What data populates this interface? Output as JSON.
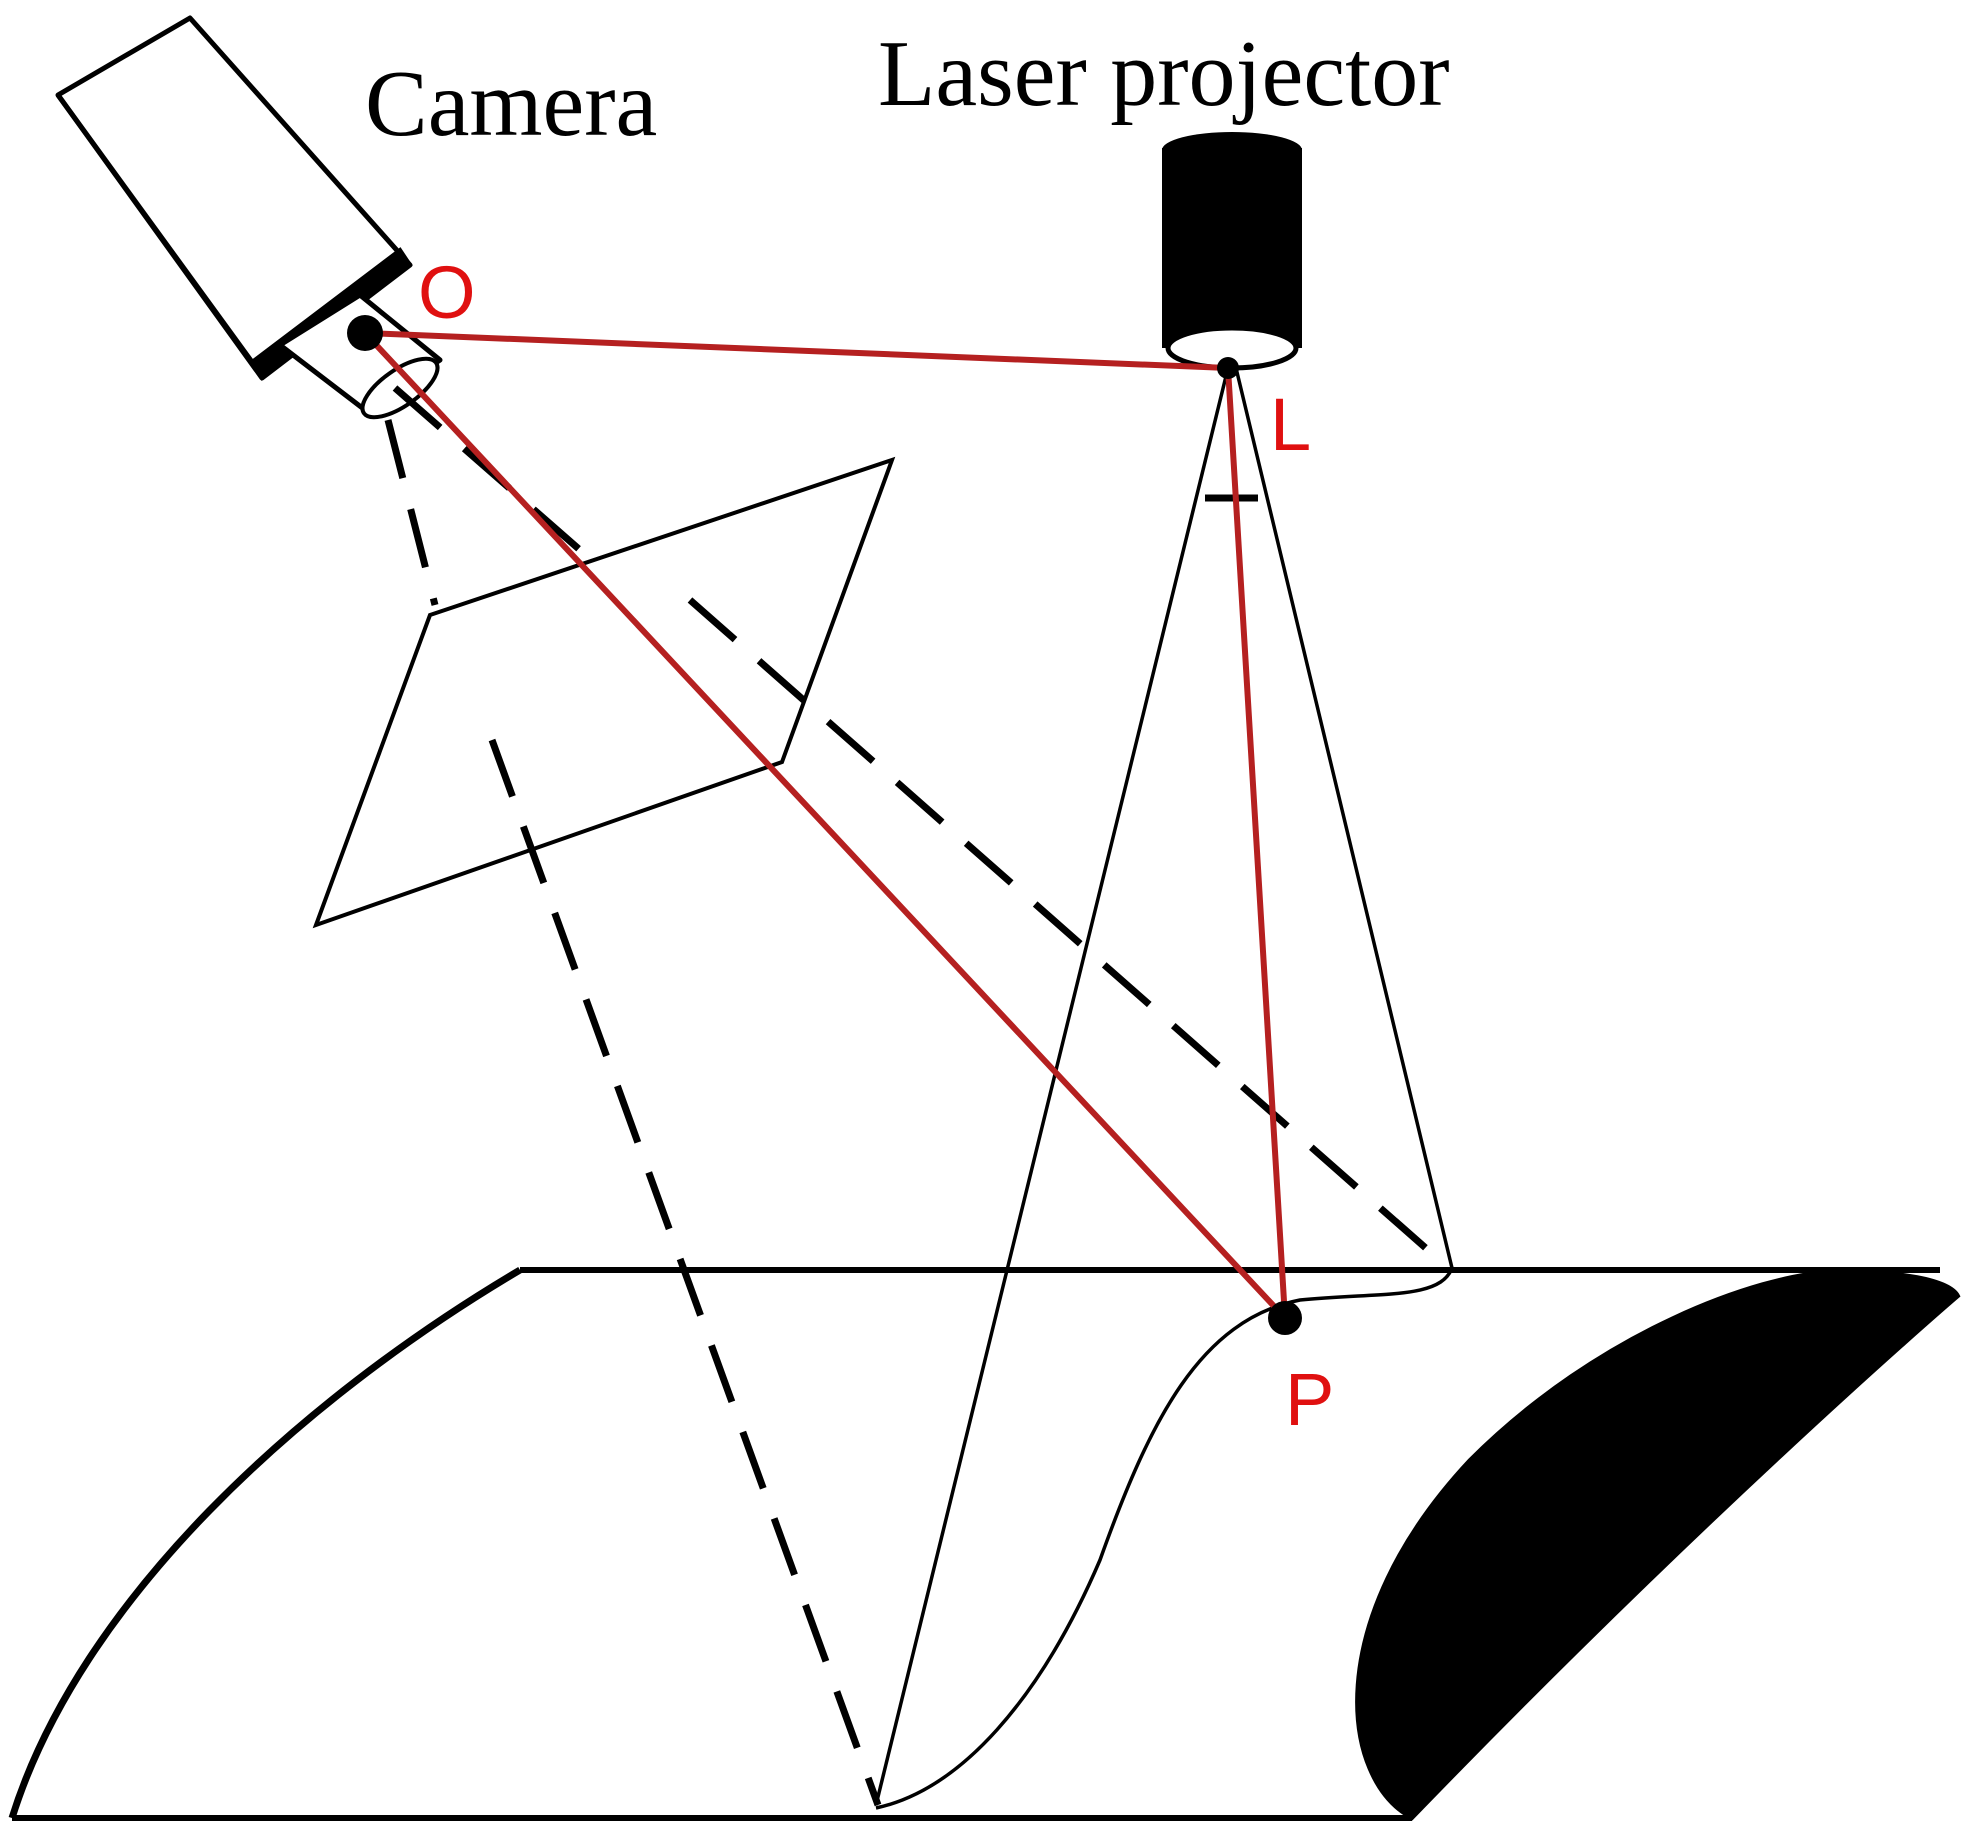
{
  "labels": {
    "camera": "Camera",
    "laser_projector": "Laser projector",
    "point_o": "O",
    "point_l": "L",
    "point_p": "P"
  },
  "colors": {
    "ray": "#b52020",
    "point_label": "#e01010",
    "line": "#000000",
    "background": "#ffffff"
  }
}
